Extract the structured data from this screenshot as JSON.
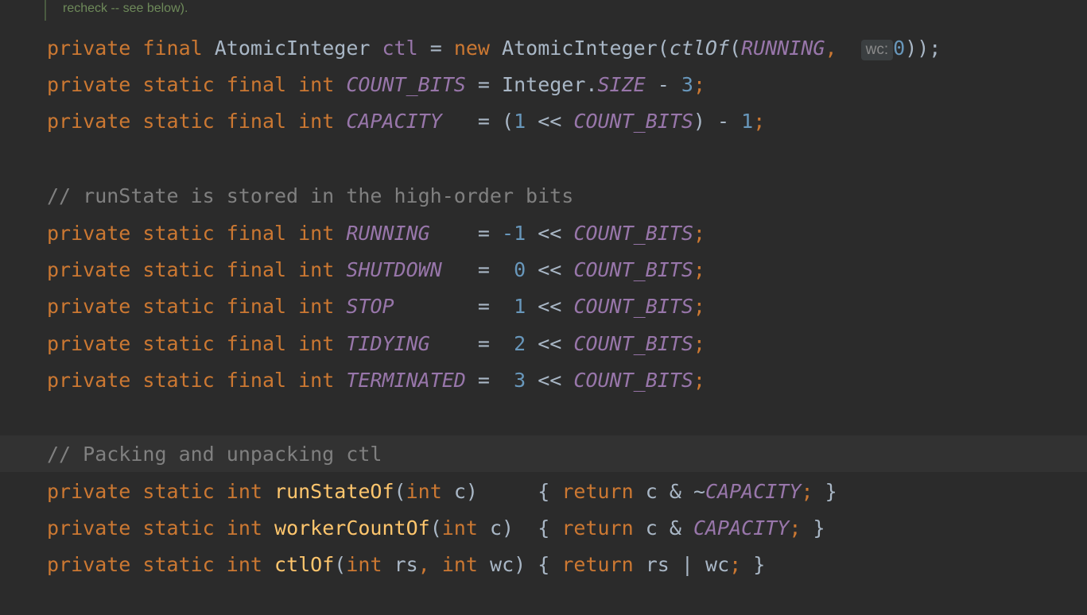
{
  "doc_comment": "recheck -- see below).",
  "colors": {
    "background": "#2b2b2b",
    "keyword": "#cc7832",
    "field": "#9876aa",
    "method": "#ffc66d",
    "number": "#6897bb",
    "comment": "#808080",
    "plain": "#a9b7c6"
  },
  "line1": {
    "kw1": "private",
    "kw2": "final",
    "type": "AtomicInteger",
    "name": "ctl",
    "eq": "=",
    "kw_new": "new",
    "ctor": "AtomicInteger(",
    "call": "ctlOf",
    "paren": "(",
    "arg1": "RUNNING",
    "comma": ",",
    "hint": "wc:",
    "arg2": "0",
    "end": "));"
  },
  "line2": {
    "kw1": "private",
    "kw2": "static",
    "kw3": "final",
    "kw4": "int",
    "name": "COUNT_BITS",
    "eq": "=",
    "cls": "Integer.",
    "fld": "SIZE",
    "minus": "-",
    "num": "3",
    "semi": ";"
  },
  "line3": {
    "kw1": "private",
    "kw2": "static",
    "kw3": "final",
    "kw4": "int",
    "name": "CAPACITY",
    "eq": "=",
    "open": "(",
    "num1": "1",
    "shift": "<<",
    "ref": "COUNT_BITS",
    "close": ")",
    "minus": "-",
    "num2": "1",
    "semi": ";"
  },
  "comment1": "// runState is stored in the high-order bits",
  "states": [
    {
      "name": "RUNNING",
      "value": "-1"
    },
    {
      "name": "SHUTDOWN",
      "value": "0"
    },
    {
      "name": "STOP",
      "value": "1"
    },
    {
      "name": "TIDYING",
      "value": "2"
    },
    {
      "name": "TERMINATED",
      "value": "3"
    }
  ],
  "state_common": {
    "kw1": "private",
    "kw2": "static",
    "kw3": "final",
    "kw4": "int",
    "eq": "=",
    "shift": "<<",
    "ref": "COUNT_BITS",
    "semi": ";"
  },
  "comment2": "// Packing and unpacking ctl",
  "methods": [
    {
      "kw1": "private",
      "kw2": "static",
      "kw3": "int",
      "name": "runStateOf",
      "open": "(",
      "ptype": "int",
      "pname": "c",
      "close": ")",
      "lbrace": "{",
      "ret": "return",
      "v1": "c",
      "op": "&",
      "v2pre": "~",
      "v2": "CAPACITY",
      "semi": ";",
      "rbrace": "}"
    },
    {
      "kw1": "private",
      "kw2": "static",
      "kw3": "int",
      "name": "workerCountOf",
      "open": "(",
      "ptype": "int",
      "pname": "c",
      "close": ")",
      "lbrace": "{",
      "ret": "return",
      "v1": "c",
      "op": "&",
      "v2": "CAPACITY",
      "semi": ";",
      "rbrace": "}"
    },
    {
      "kw1": "private",
      "kw2": "static",
      "kw3": "int",
      "name": "ctlOf",
      "open": "(",
      "ptype": "int",
      "pname": "rs",
      "comma": ",",
      "ptype2": "int",
      "pname2": "wc",
      "close": ")",
      "lbrace": "{",
      "ret": "return",
      "v1": "rs",
      "op": "|",
      "v2": "wc",
      "semi": ";",
      "rbrace": "}"
    }
  ]
}
